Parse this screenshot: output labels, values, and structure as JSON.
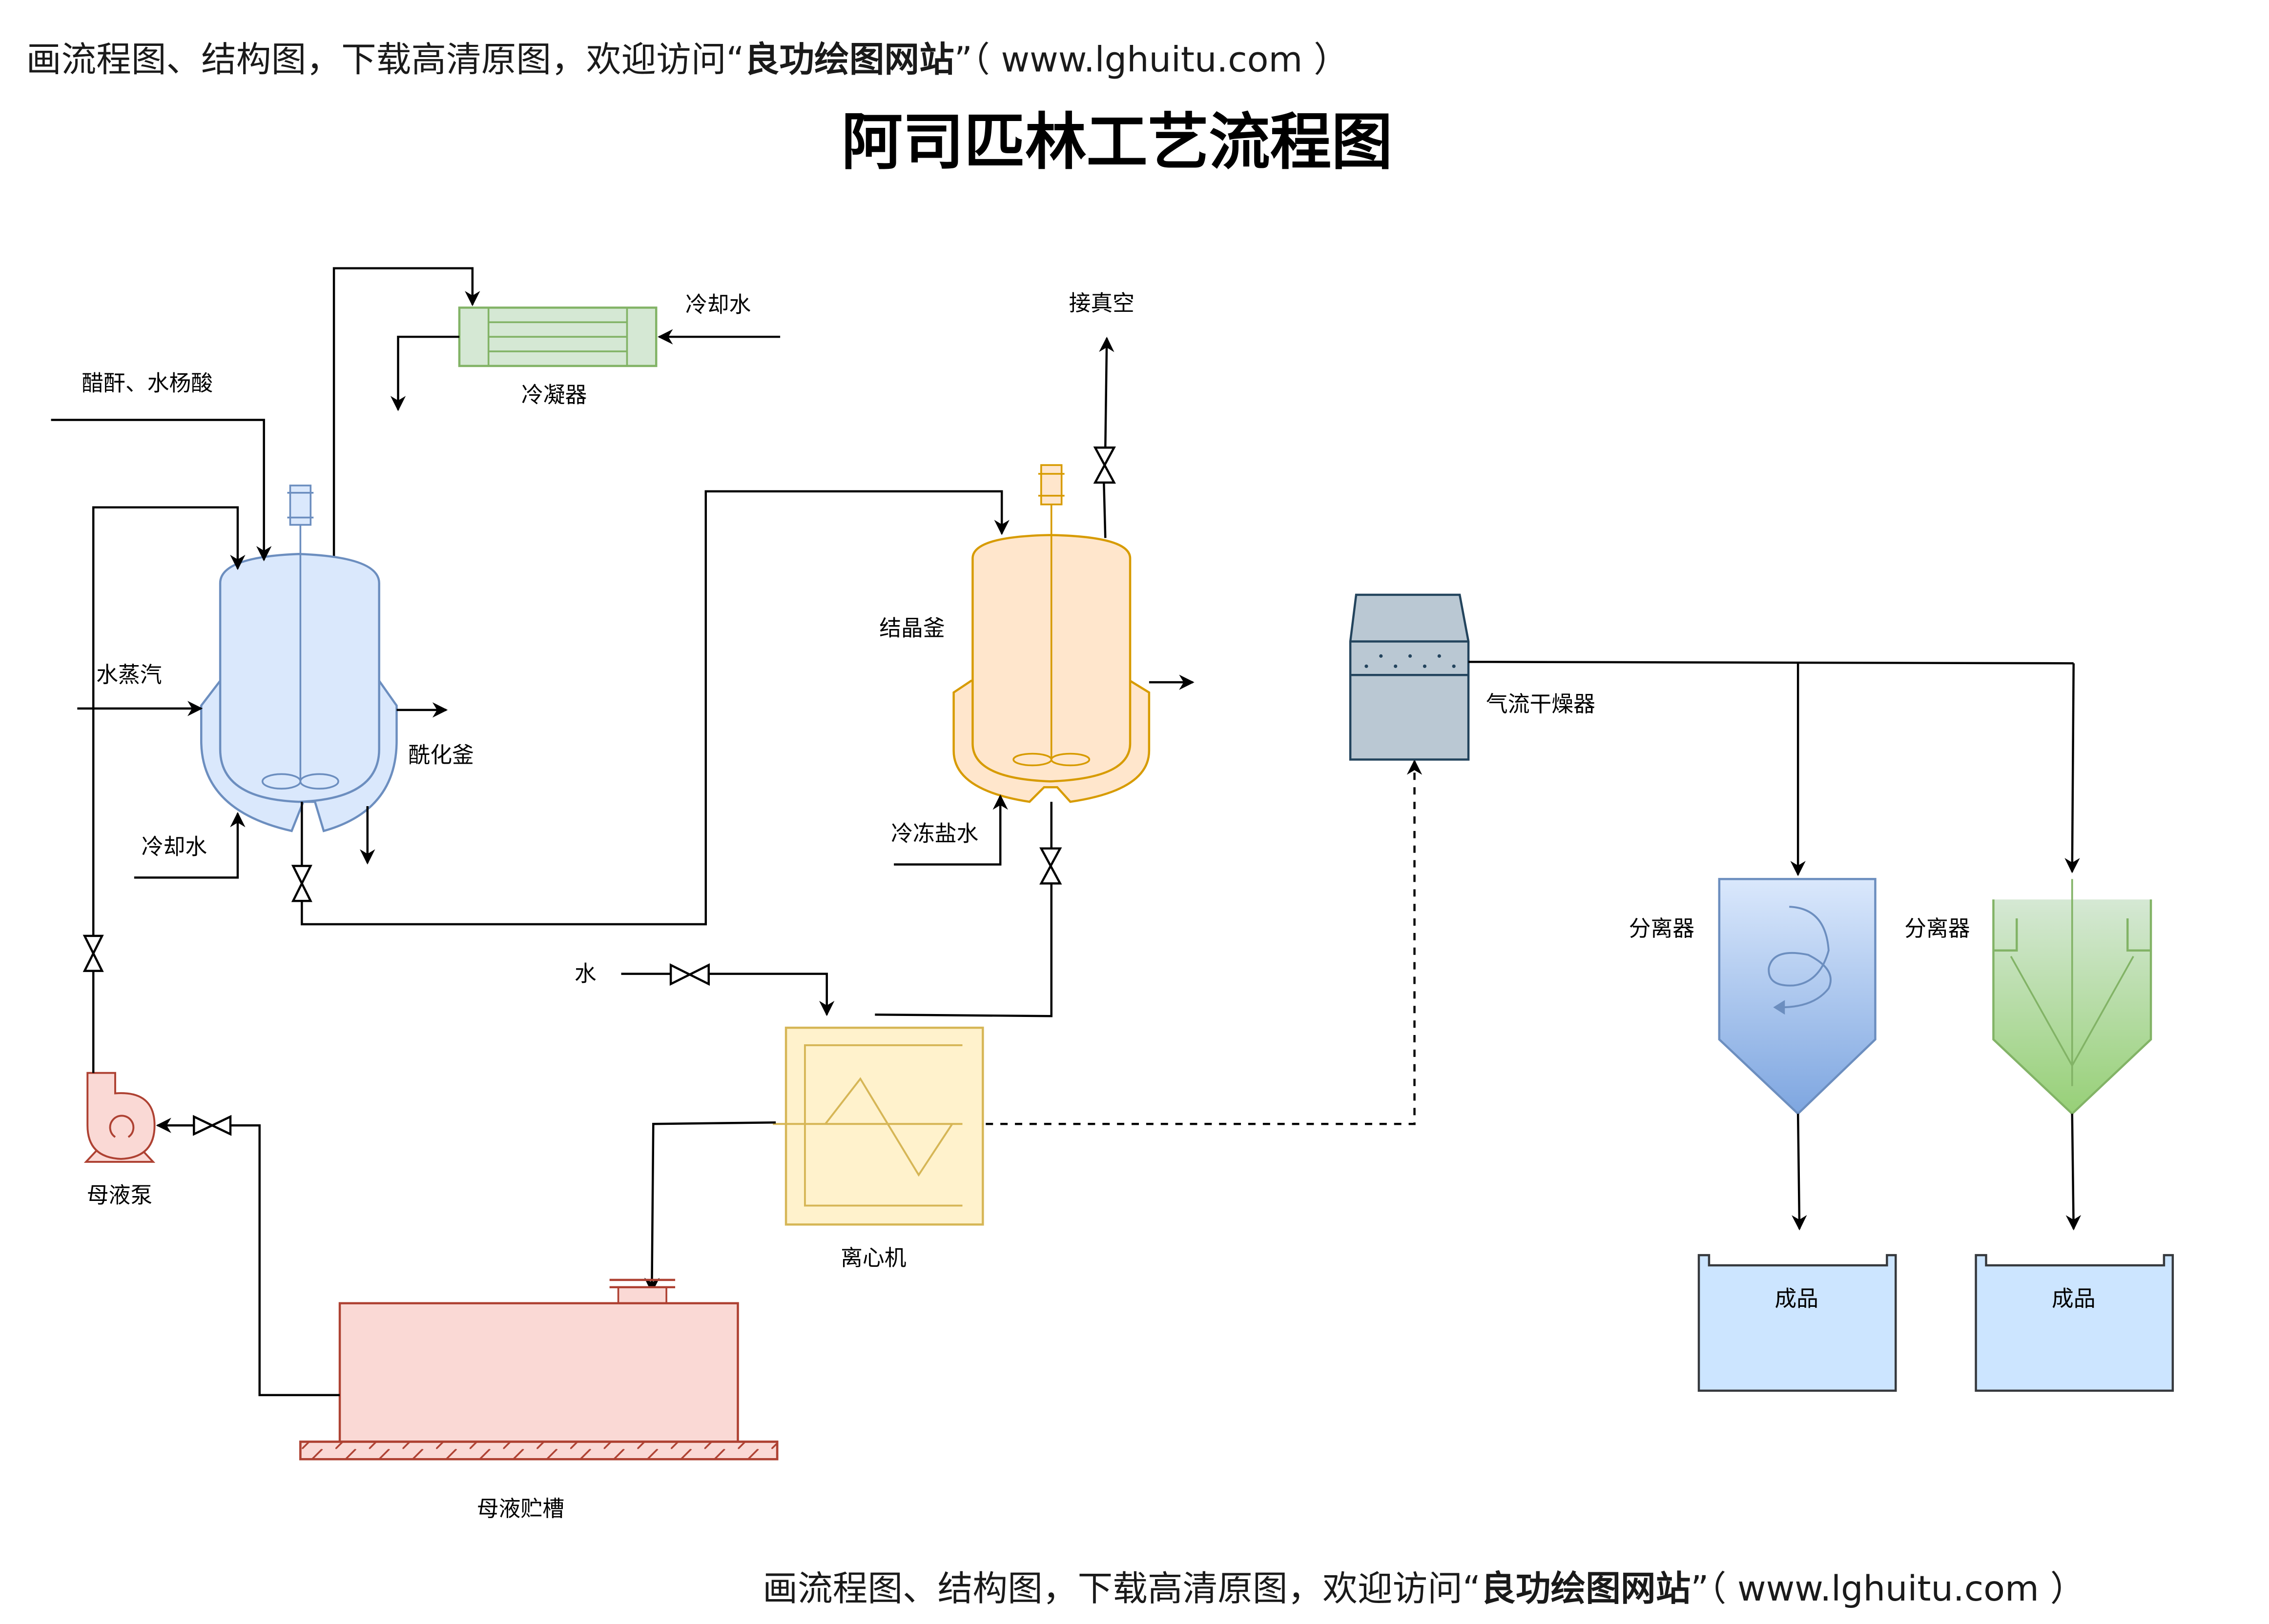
{
  "header": {
    "prefix": "画流程图、结构图，下载高清原图，欢迎访问“",
    "site_name": "良功绘图网站",
    "suffix": "”（ www.lghuitu.com ）"
  },
  "title": "阿司匹林工艺流程图",
  "footer": {
    "prefix": "画流程图、结构图，下载高清原图，欢迎访问“",
    "site_name": "良功绘图网站",
    "suffix": "”（ www.lghuitu.com ）"
  },
  "colors": {
    "acylation_reactor": "#dae8fc",
    "acylation_reactor_stroke": "#6c8ebf",
    "condenser": "#d5e8d4",
    "condenser_stroke": "#82b366",
    "crystallizer": "#ffe6cc",
    "crystallizer_stroke": "#d79b00",
    "centrifuge": "#fff2cc",
    "centrifuge_stroke": "#d6b656",
    "dryer": "#bac8d3",
    "dryer_stroke": "#23445d",
    "tank": "#fad9d5",
    "tank_stroke": "#ae4132",
    "product_bin": "#cce5ff",
    "product_bin_stroke": "#36393d"
  },
  "equipment": {
    "acylation_reactor": "酰化釜",
    "condenser": "冷凝器",
    "crystallizer": "结晶釜",
    "dryer": "气流干燥器",
    "separator_1": "分离器",
    "separator_2": "分离器",
    "centrifuge": "离心机",
    "pump": "母液泵",
    "tank": "母液贮槽",
    "product_1": "成品",
    "product_2": "成品"
  },
  "streams": {
    "feed": "醋酐、水杨酸",
    "steam": "水蒸汽",
    "cooling_water_reactor": "冷却水",
    "cooling_water_condenser": "冷却水",
    "vacuum": "接真空",
    "brine": "冷冻盐水",
    "water": "水"
  }
}
